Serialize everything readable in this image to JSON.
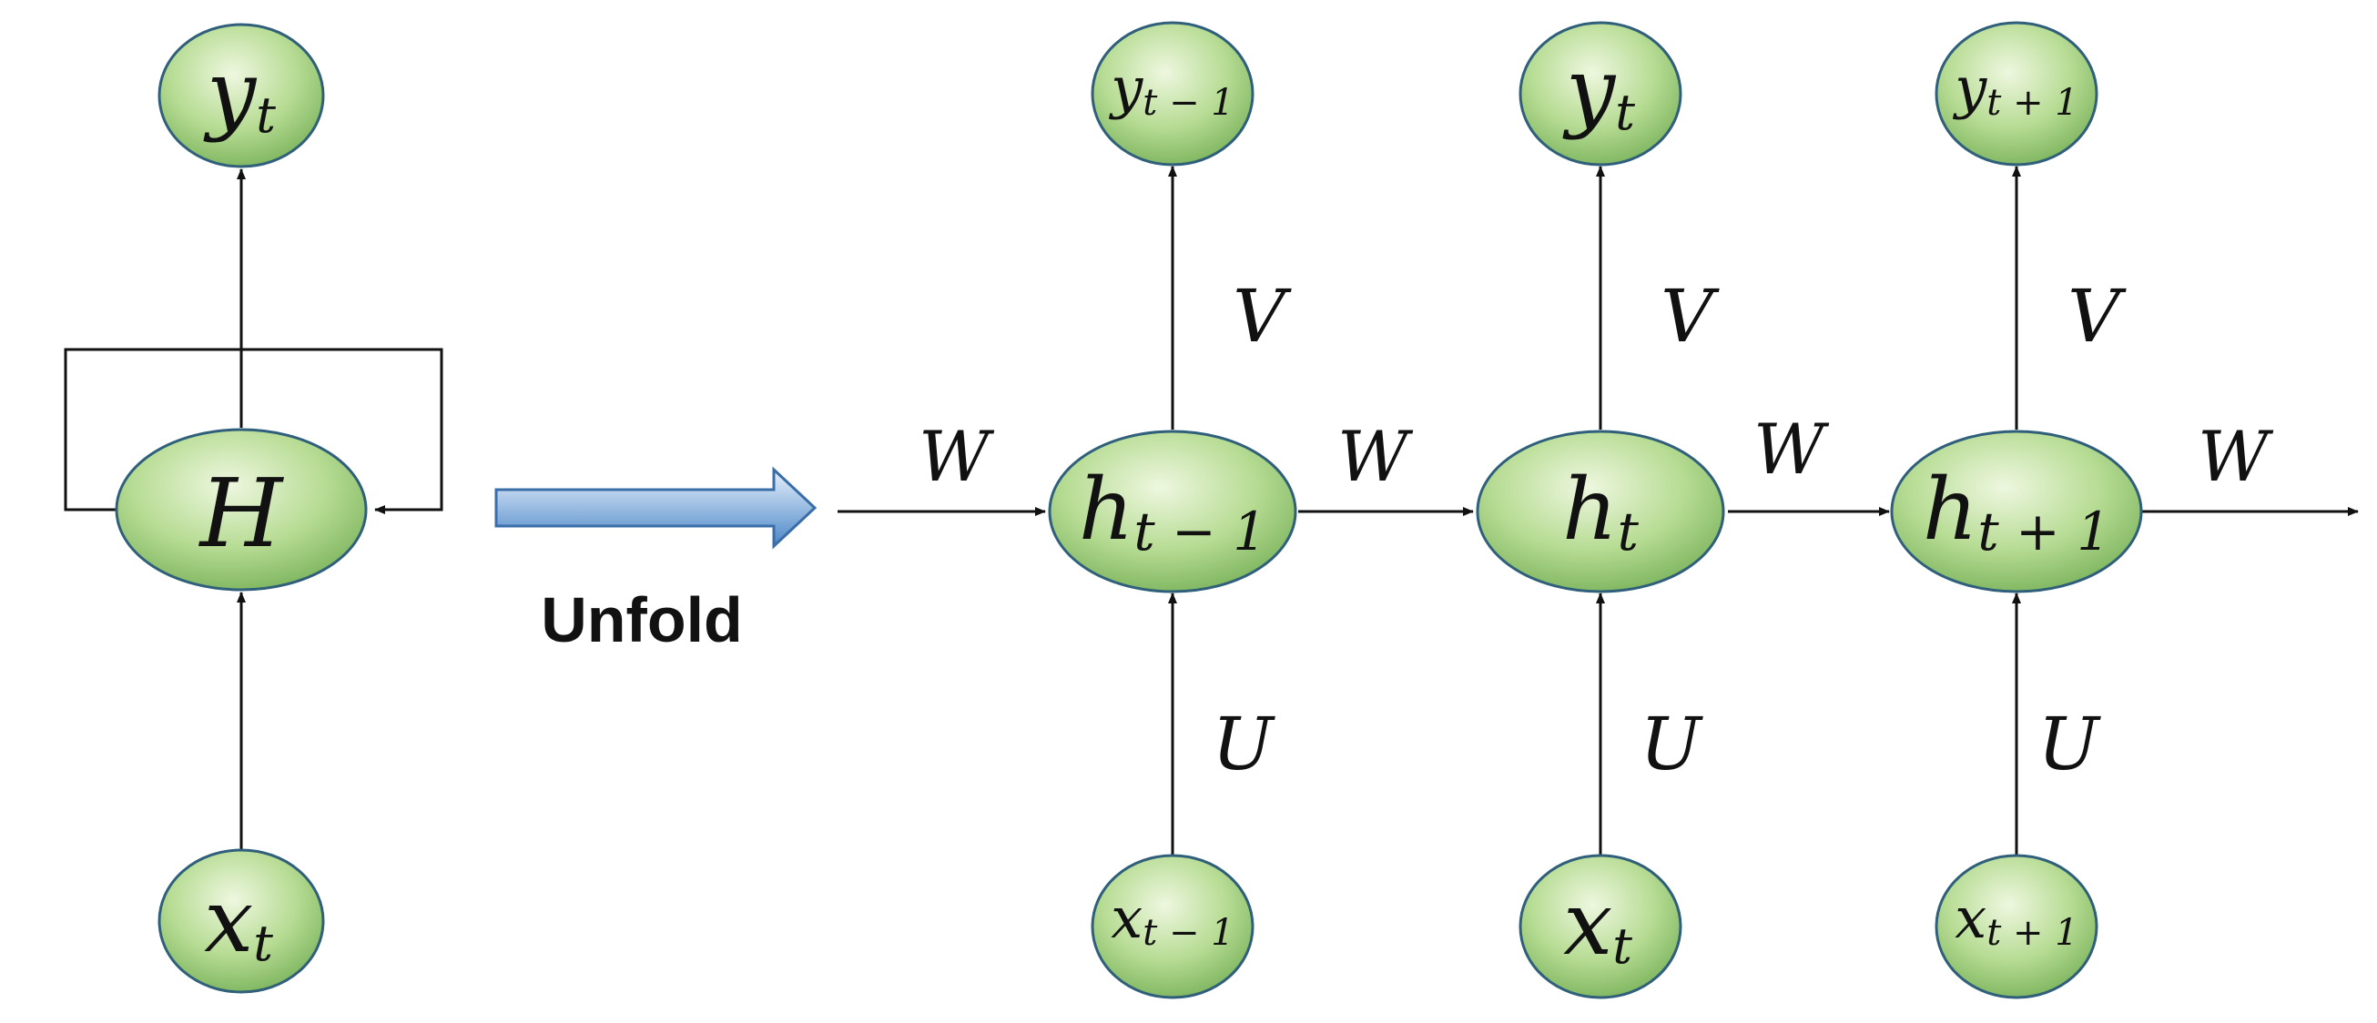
{
  "diagram": {
    "folded": {
      "hidden": {
        "base": "H",
        "sub": ""
      },
      "output": {
        "base": "y",
        "sub": "t"
      },
      "input": {
        "base": "x",
        "sub": "t"
      }
    },
    "unfold_label": "Unfold",
    "unfolded": [
      {
        "hidden": {
          "base": "h",
          "sub": "t − 1"
        },
        "output": {
          "base": "y",
          "sub": "t − 1"
        },
        "input": {
          "base": "x",
          "sub": "t − 1"
        }
      },
      {
        "hidden": {
          "base": "h",
          "sub": "t"
        },
        "output": {
          "base": "y",
          "sub": "t"
        },
        "input": {
          "base": "x",
          "sub": "t"
        }
      },
      {
        "hidden": {
          "base": "h",
          "sub": "t + 1"
        },
        "output": {
          "base": "y",
          "sub": "t + 1"
        },
        "input": {
          "base": "x",
          "sub": "t + 1"
        }
      }
    ],
    "weights": {
      "input": "U",
      "recurrent": "W",
      "output": "V"
    },
    "colors": {
      "node_fill_light": "#eef7df",
      "node_fill_mid": "#b7dc94",
      "node_fill_dark": "#79b25a",
      "node_stroke": "#2f5f7a",
      "arrow_light": "#e8f1fb",
      "arrow_dark": "#4a86c8",
      "line": "#111111"
    }
  }
}
